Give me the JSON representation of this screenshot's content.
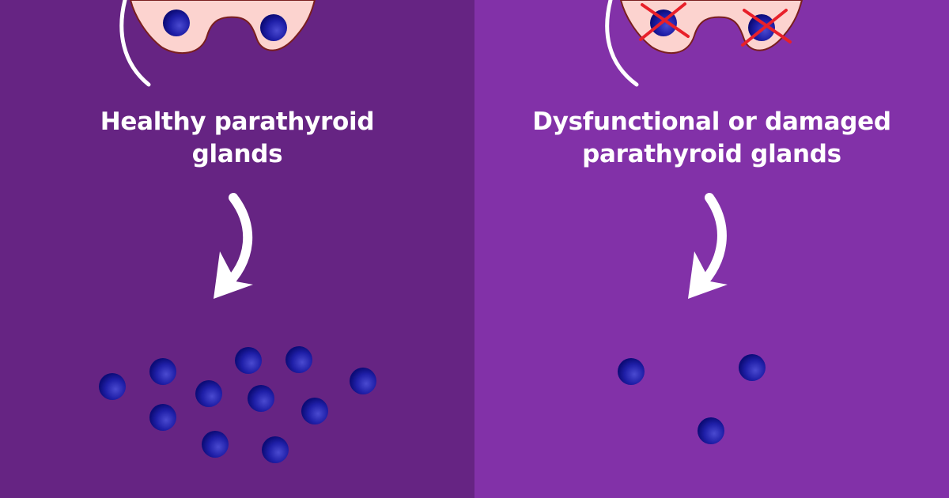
{
  "left_panel": {
    "caption_line1": "Healthy parathyroid",
    "caption_line2": "glands",
    "calcium_particle_count": 11,
    "background": "#662483"
  },
  "right_panel": {
    "caption_line1": "Dysfunctional or damaged",
    "caption_line2": "parathyroid glands",
    "calcium_particle_count": 3,
    "background": "#8231a8"
  },
  "colors": {
    "particle": "#1c1ca0",
    "thyroid": "#fcd3cf",
    "cross": "#e8202a",
    "arrow": "#ffffff"
  }
}
